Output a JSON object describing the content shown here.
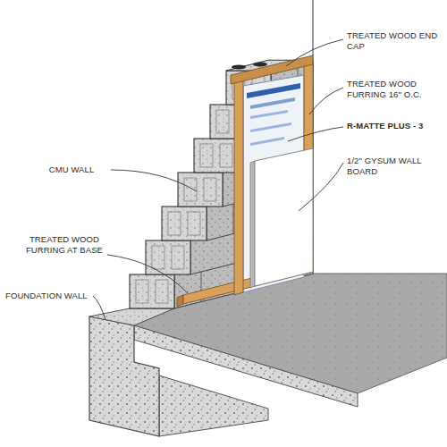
{
  "diagram": {
    "labels": [
      "TREATED WOOD END CAP",
      "TREATED WOOD FURRING 16\" O.C.",
      "R-MATTE PLUS - 3",
      "1/2\" GYSUM WALL BOARD",
      "CMU WALL",
      "TREATED WOOD FURRING AT BASE",
      "FOUNDATION WALL"
    ]
  }
}
